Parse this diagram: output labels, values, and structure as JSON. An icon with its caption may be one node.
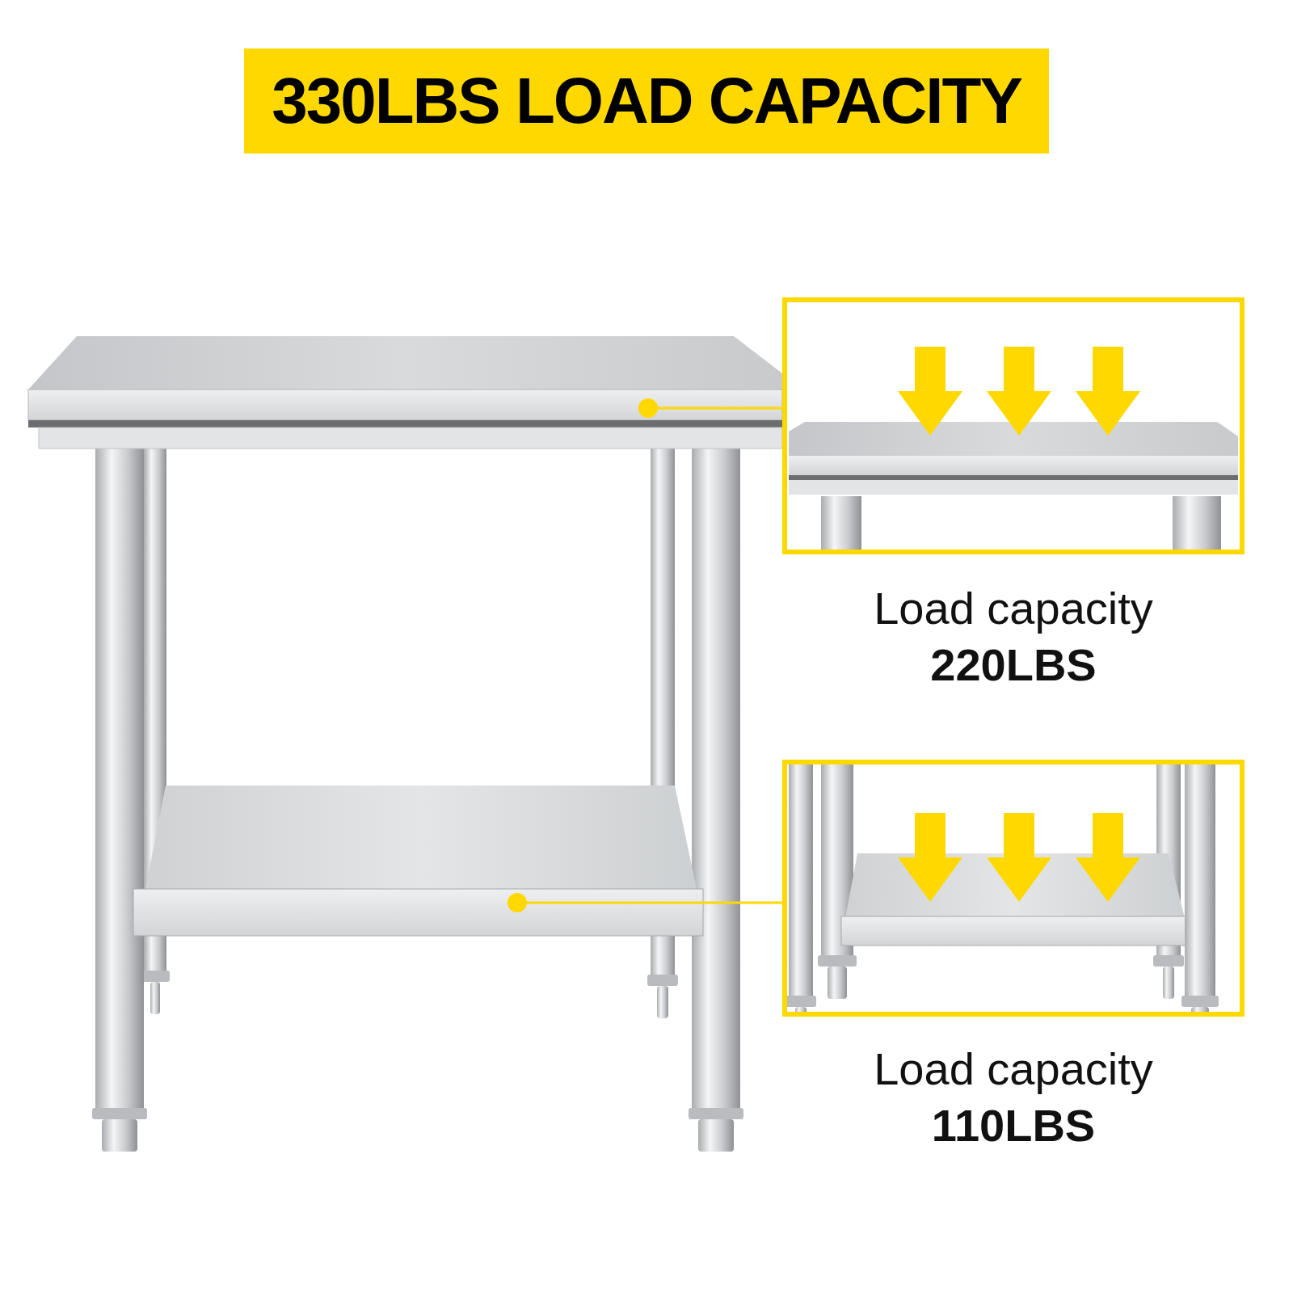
{
  "diagram": {
    "title": "330LBS LOAD CAPACITY",
    "nodes": [
      {
        "text": [],
        "shape": "picture"
      },
      {
        "text": [],
        "shape": "picture",
        "beside": [
          "Load capacity",
          "220LBS"
        ]
      },
      {
        "text": [],
        "shape": "picture"
      },
      {
        "text": [],
        "shape": "picture",
        "beside": [
          "Load capacity",
          "110LBS"
        ]
      }
    ],
    "edges": [
      {
        "from": 0,
        "to": 1,
        "arrow": "other"
      },
      {
        "from": 2,
        "to": 3,
        "arrow": "other"
      }
    ]
  }
}
